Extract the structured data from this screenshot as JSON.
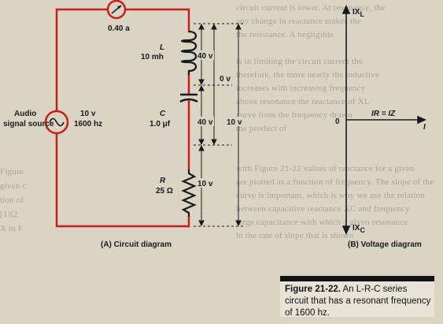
{
  "circuit": {
    "ammeter_reading": "0.40 a",
    "source_label_1": "Audio",
    "source_label_2": "signal source",
    "source_voltage": "10 v",
    "source_frequency": "1600 hz",
    "inductor_symbol": "L",
    "inductor_value": "10 mh",
    "capacitor_symbol": "C",
    "capacitor_value": "1.0 μf",
    "resistor_symbol": "R",
    "resistor_value": "25 Ω",
    "v_inductor": "40 v",
    "v_lc": "0 v",
    "v_capacitor": "40 v",
    "v_resistor": "10 v",
    "v_total": "10 v",
    "caption": "(A) Circuit diagram"
  },
  "voltage_diagram": {
    "xl_label": "IXL",
    "xc_label": "IXC",
    "origin_label": "0",
    "ir_label": "IR = IZ",
    "i_label": "I",
    "caption": "(B) Voltage diagram"
  },
  "figure_caption": {
    "number": "Figure 21-22.",
    "text": "An L-R-C series circuit that has a resonant frequency of 1600 hz."
  },
  "colors": {
    "circuit": "#c81e1e",
    "ink": "#1a1a1a",
    "page": "#dad4c4"
  }
}
